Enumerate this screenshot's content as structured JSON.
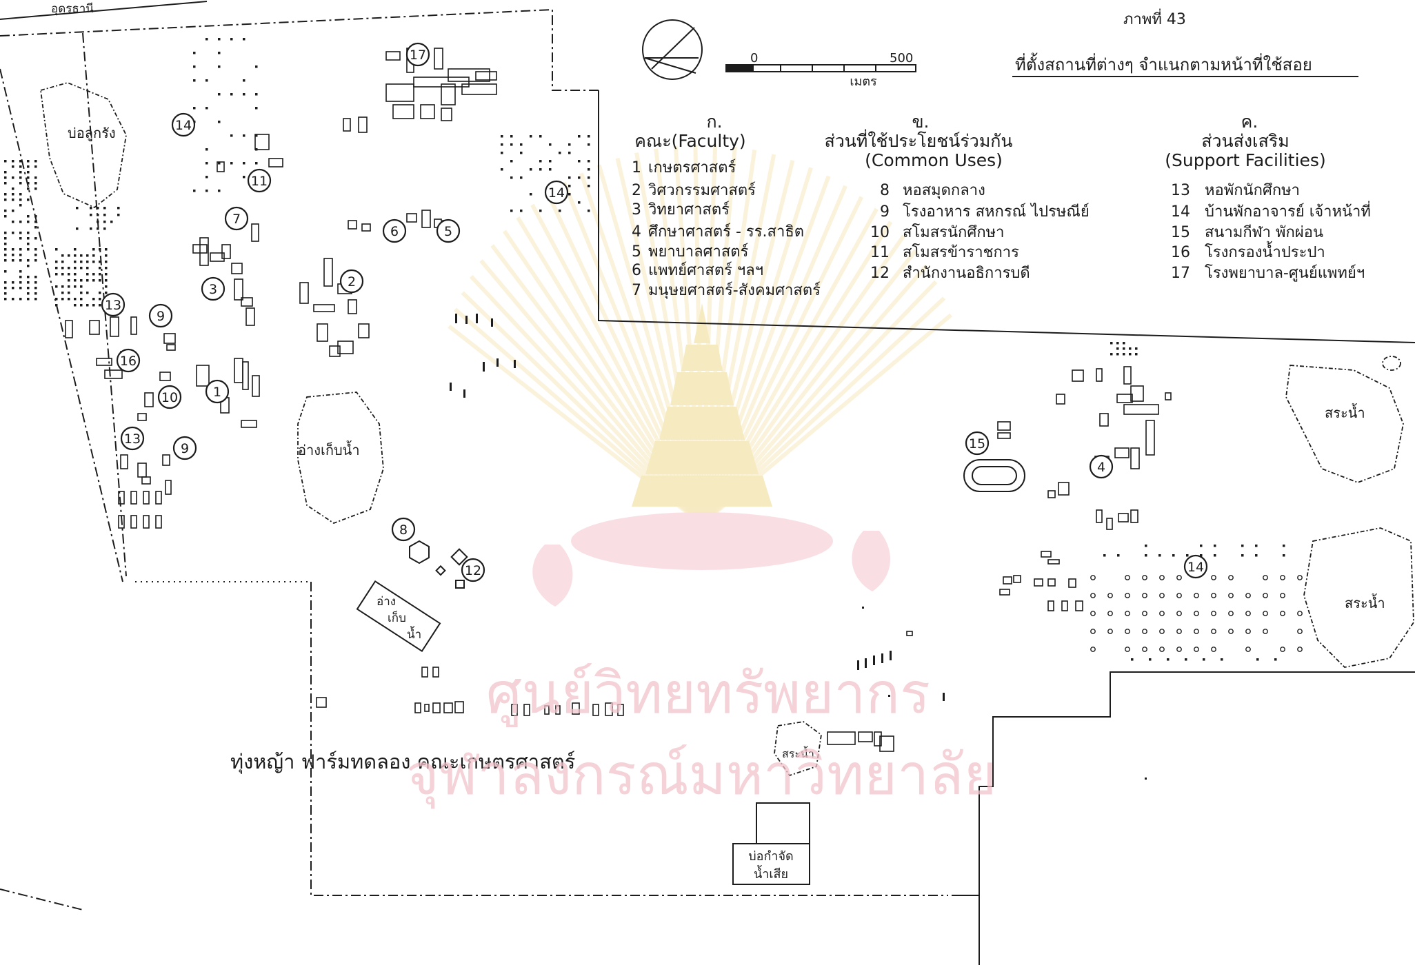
{
  "figure": {
    "label": "ภาพที่ 43",
    "title": "ที่ตั้งสถานที่ต่างๆ จำแนกตามหน้าที่ใช้สอย"
  },
  "scale_bar": {
    "start": "0",
    "end": "500",
    "unit": "เมตร"
  },
  "road_label": "อุดรธานี",
  "legend": {
    "faculty": {
      "letter": "ก.",
      "heading": "คณะ(Faculty)",
      "items": [
        {
          "num": "1",
          "label": "เกษตรศาสตร์"
        },
        {
          "num": "2",
          "label": "วิศวกรรมศาสตร์"
        },
        {
          "num": "3",
          "label": "วิทยาศาสตร์"
        },
        {
          "num": "4",
          "label": "ศึกษาศาสตร์ - รร.สาธิต"
        },
        {
          "num": "5",
          "label": "พยาบาลศาสตร์"
        },
        {
          "num": "6",
          "label": "แพทย์ศาสตร์ ฯลฯ"
        },
        {
          "num": "7",
          "label": "มนุษยศาสตร์-สังคมศาสตร์"
        }
      ]
    },
    "common": {
      "letter": "ข.",
      "heading": "ส่วนที่ใช้ประโยชน์ร่วมกัน",
      "subheading": "(Common Uses)",
      "items": [
        {
          "num": "8",
          "label": "หอสมุดกลาง"
        },
        {
          "num": "9",
          "label": "โรงอาหาร สหกรณ์ ไปรษณีย์"
        },
        {
          "num": "10",
          "label": "สโมสรนักศึกษา"
        },
        {
          "num": "11",
          "label": "สโมสรข้าราชการ"
        },
        {
          "num": "12",
          "label": "สำนักงานอธิการบดี"
        }
      ]
    },
    "support": {
      "letter": "ค.",
      "heading": "ส่วนส่งเสริม",
      "subheading": "(Support Facilities)",
      "items": [
        {
          "num": "13",
          "label": "หอพักนักศึกษา"
        },
        {
          "num": "14",
          "label": "บ้านพักอาจารย์ เจ้าหน้าที่"
        },
        {
          "num": "15",
          "label": "สนามกีฬา พักผ่อน"
        },
        {
          "num": "16",
          "label": "โรงกรองน้ำประปา"
        },
        {
          "num": "17",
          "label": "โรงพยาบาล-ศูนย์แพทย์ฯ"
        }
      ]
    }
  },
  "map_labels": {
    "laterite_pit": "บ่อลูกรัง",
    "reservoir": "อ่างเก็บน้ำ",
    "reservoir_box": [
      "อ่าง",
      "เก็บ",
      "น้ำ"
    ],
    "pond_east": "สระน้ำ",
    "pond_southeast": "สระน้ำ",
    "pond_small": "สระน้ำ",
    "field": "ทุ่งหญ้า   ฟาร์มทดลอง คณะเกษตรศาสตร์",
    "wastewater": [
      "บ่อกำจัด",
      "น้ำเสีย"
    ]
  },
  "markers": [
    "17",
    "14",
    "11",
    "7",
    "3",
    "13",
    "9",
    "16",
    "10",
    "1",
    "13",
    "9",
    "6",
    "5",
    "2",
    "8",
    "12",
    "14",
    "15",
    "4",
    "14"
  ],
  "watermark": {
    "line1": "ศูนย์วิทยทรัพยากร",
    "line2": "จุฬาลงกรณ์มหาวิทยาลัย"
  },
  "colors": {
    "ink": "#1c1c1c",
    "watermark_text": "#f1c3cc",
    "emblem_gold": "#efd98f",
    "emblem_pink": "#f5c6cf"
  }
}
